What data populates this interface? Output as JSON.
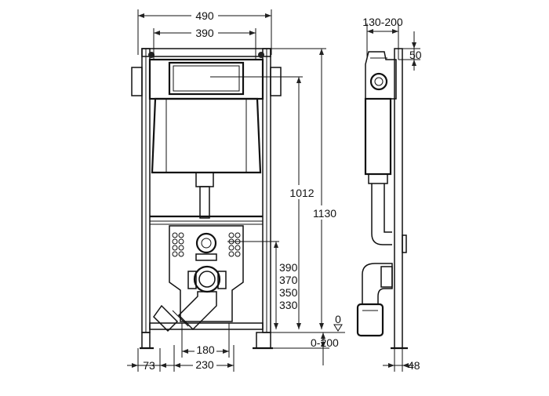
{
  "dimensions": {
    "frame_total_width": "490",
    "mount_width": "390",
    "side_depth_range": "130-200",
    "top_offset": "50",
    "height_to_cistern": "1012",
    "overall_height": "1130",
    "drain_heights": [
      "390",
      "370",
      "350",
      "330"
    ],
    "floor_level": "0",
    "floor_range": "0-200",
    "bolt_spacing": "180",
    "foot_spacing": "230",
    "foot_offset": "73",
    "side_foot_width": "48"
  }
}
